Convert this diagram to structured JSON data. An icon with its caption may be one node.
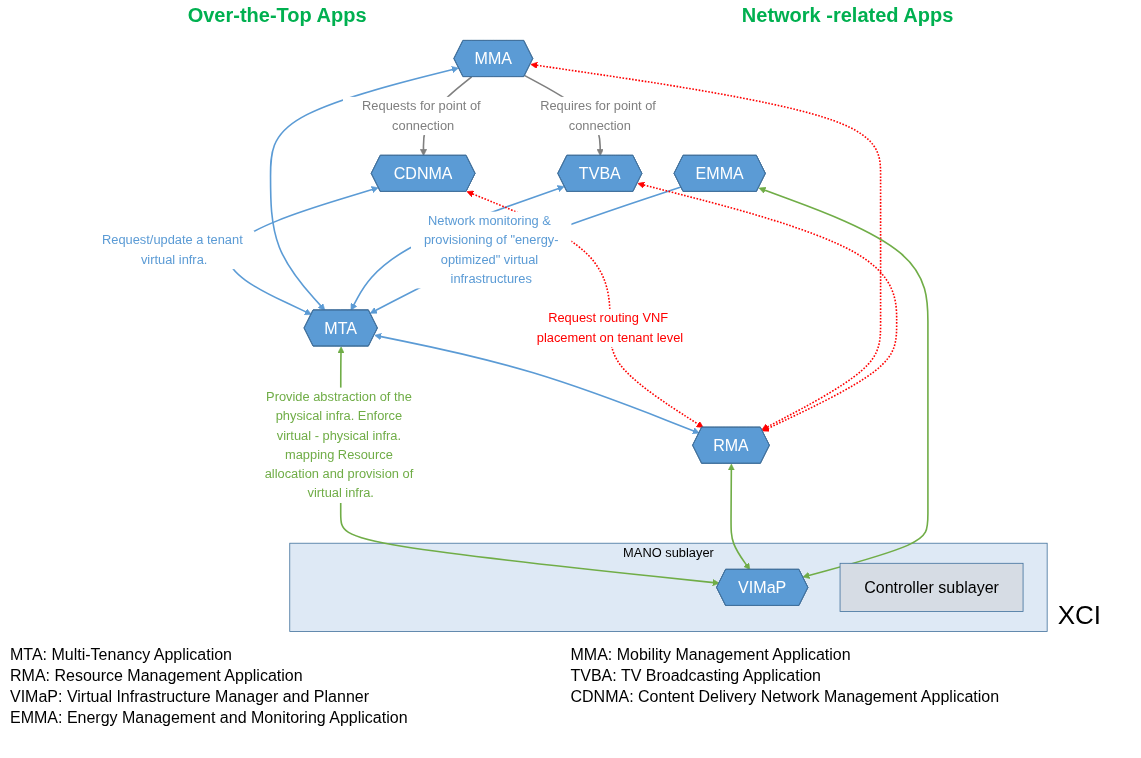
{
  "diagram": {
    "nodes": [
      {
        "text": [
          "CDNMA"
        ]
      },
      {
        "text": [
          "MMA"
        ]
      },
      {
        "text": [
          "TVBA"
        ]
      },
      {
        "text": [
          "MTA"
        ]
      },
      {
        "text": [
          "EMMA"
        ]
      },
      {
        "text": [
          "RMA"
        ]
      },
      {
        "text": [
          "MANO sublayer"
        ]
      },
      {
        "text": [
          "VIMaP"
        ],
        "in": 6
      },
      {
        "text": [
          "Controller sublayer"
        ],
        "in": 6
      }
    ],
    "edges": [
      {
        "from": 1,
        "to": 0,
        "arrow": "to",
        "label": "Requests for point of connection",
        "color": "#7f7f7f"
      },
      {
        "from": 1,
        "to": 2,
        "arrow": "to",
        "label": "Requires for point of connection",
        "color": "#7f7f7f"
      },
      {
        "from": 0,
        "to": 3,
        "arrow": "both",
        "label": "Request/update a tenant virtual infra."
      },
      {
        "from": 1,
        "to": 3,
        "arrow": "both"
      },
      {
        "from": 2,
        "to": 3,
        "arrow": "both"
      },
      {
        "from": 4,
        "to": 3,
        "arrow": "to",
        "label": "Network monitoring & provisioning of \"energy-optimized\" virtual infrastructures"
      },
      {
        "from": 3,
        "to": 5,
        "arrow": "both"
      },
      {
        "from": 0,
        "to": 5,
        "arrow": "both",
        "label": "Request routing VNF placement on tenant level",
        "style": "dashed",
        "color": "#ff0000"
      },
      {
        "from": 1,
        "to": 5,
        "arrow": "both",
        "style": "dashed",
        "color": "#ff0000"
      },
      {
        "from": 2,
        "to": 5,
        "arrow": "both",
        "style": "dashed",
        "color": "#ff0000"
      },
      {
        "from": 3,
        "to": 7,
        "arrow": "both",
        "label": "Provide abstraction of the physical infra. Enforce virtual - physical infra. mapping Resource allocation and provision of virtual infra.",
        "color": "#70ad47"
      },
      {
        "from": 5,
        "to": 7,
        "arrow": "both",
        "color": "#70ad47"
      },
      {
        "from": 4,
        "to": 7,
        "arrow": "both",
        "color": "#70ad47"
      }
    ],
    "labels": [
      "Over-the-Top Apps",
      "Network -related Apps",
      "XCI",
      "MTA: Multi-Tenancy Application",
      "RMA: Resource Management Application",
      "VIMaP: Virtual Infrastructure Manager and Planner",
      "EMMA: Energy Management and Monitoring Application",
      "MMA: Mobility Management Application",
      "TVBA: TV Broadcasting Application",
      "CDNMA: Content Delivery Network Management Application"
    ]
  }
}
